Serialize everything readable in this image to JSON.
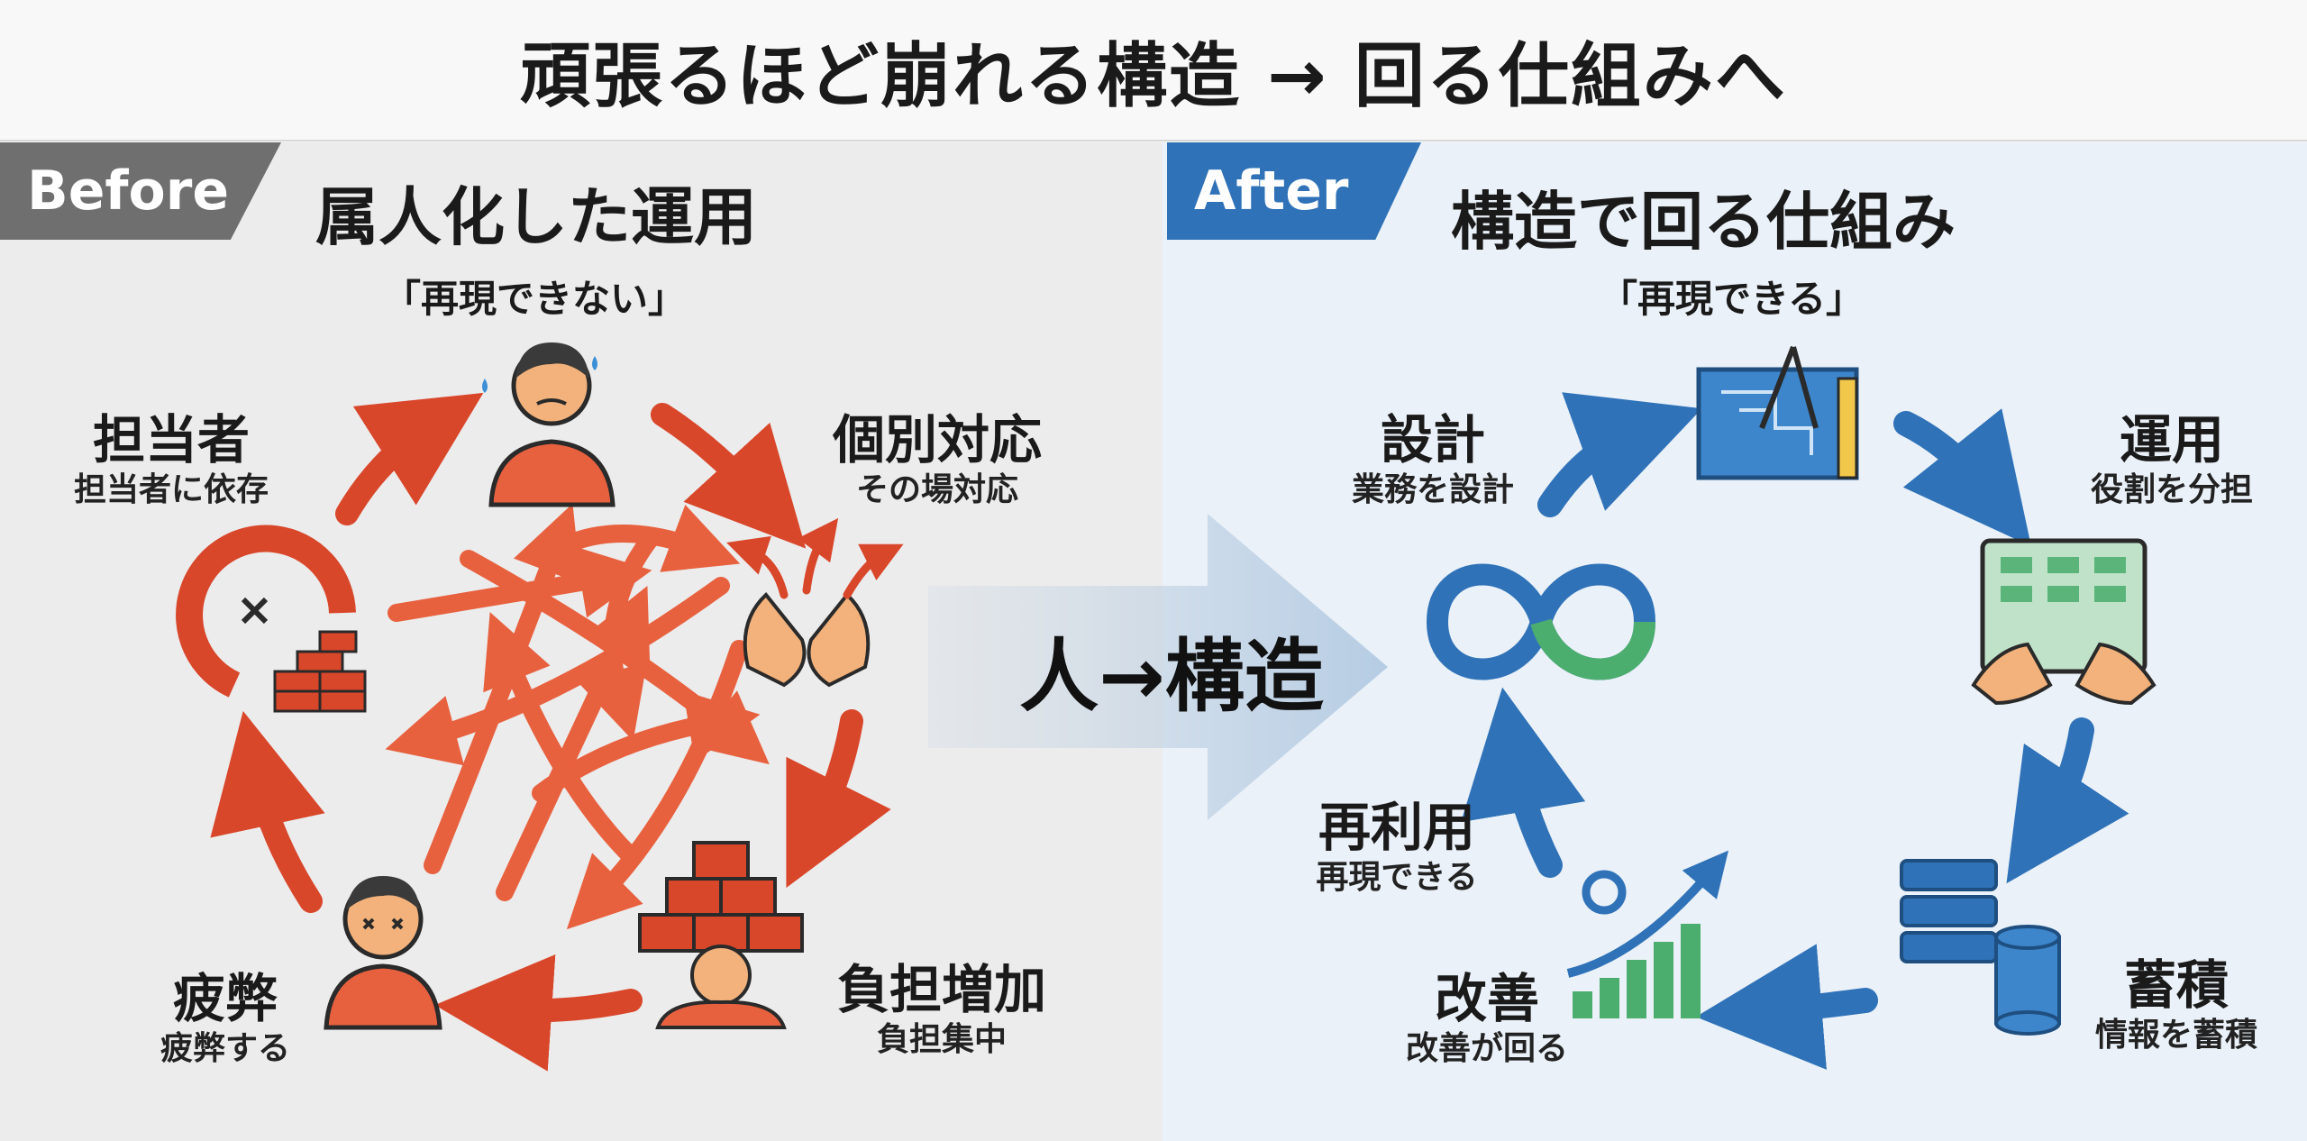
{
  "title": "頑張るほど崩れる構造 → 回る仕組みへ",
  "before": {
    "tag": "Before",
    "title": "属人化した運用",
    "subtitle": "「再現できない」",
    "nodes": [
      {
        "heading": "担当者",
        "sub": "担当者に依存",
        "icon": "broken-cycle-bricks-icon"
      },
      {
        "heading": "個別対応",
        "sub": "その場対応",
        "icon": "clapping-hands-arrows-icon"
      },
      {
        "heading": "負担増加",
        "sub": "負担集中",
        "icon": "person-carrying-boxes-icon"
      },
      {
        "heading": "疲弊",
        "sub": "疲弊する",
        "icon": "exhausted-person-icon"
      }
    ],
    "top_icon": "worried-person-icon",
    "center_icon": "tangled-arrows-icon"
  },
  "transition": {
    "text": "人→構造",
    "icon": "big-right-arrow-icon"
  },
  "after": {
    "tag": "After",
    "title": "構造で回る仕組み",
    "subtitle": "「再現できる」",
    "nodes": [
      {
        "heading": "設計",
        "sub": "業務を設計",
        "icon": "blueprint-icon"
      },
      {
        "heading": "運用",
        "sub": "役割を分担",
        "icon": "kanban-board-hands-icon"
      },
      {
        "heading": "蓄積",
        "sub": "情報を蓄積",
        "icon": "database-icon"
      },
      {
        "heading": "改善",
        "sub": "改善が回る",
        "icon": "growth-chart-icon"
      },
      {
        "heading": "再利用",
        "sub": "再現できる",
        "icon": "infinity-loop-icon"
      }
    ]
  },
  "colors": {
    "before_accent": "#d9472b",
    "after_accent": "#2f72b8",
    "before_tag": "#6f6f6f"
  }
}
